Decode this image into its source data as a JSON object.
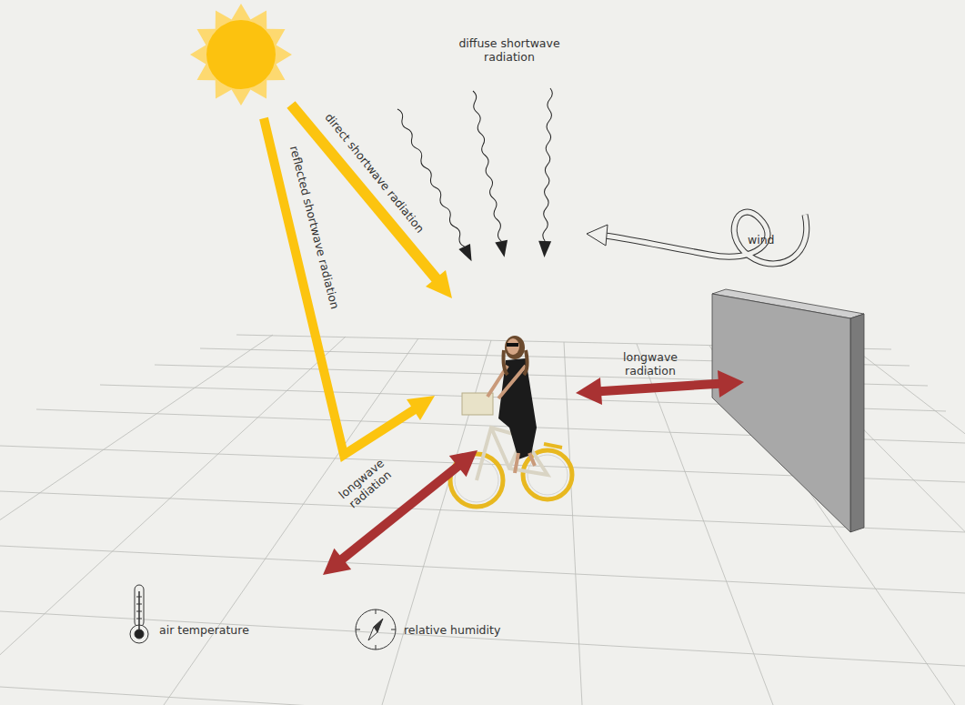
{
  "diagram": {
    "labels": [
      "direct shortwave radiation",
      "diffuse shortwave radiation",
      "reflected shortwave radiation",
      "wind",
      "longwave radiation",
      "longwave radiation"
    ],
    "legend": [
      {
        "text": "air temperature"
      },
      {
        "text": "relative humidity"
      }
    ]
  }
}
